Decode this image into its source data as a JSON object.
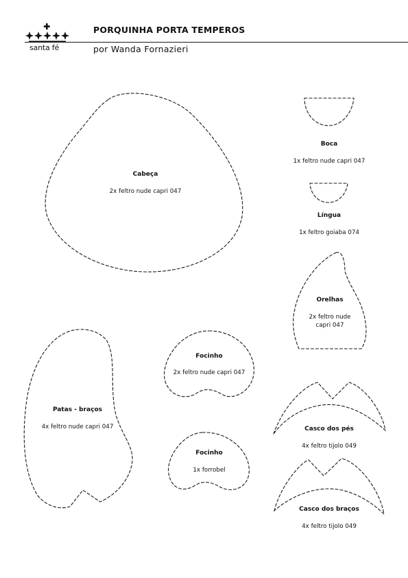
{
  "brand": {
    "name": "santa fé"
  },
  "header": {
    "title": "PORQUINHA PORTA TEMPEROS",
    "author": "por Wanda Fornazieri"
  },
  "pieces": {
    "cabeca": {
      "name": "Cabeça",
      "material": "2x feltro nude capri 047"
    },
    "boca": {
      "name": "Boca",
      "material": "1x feltro nude capri 047"
    },
    "lingua": {
      "name": "Língua",
      "material": "1x feltro goiaba 074"
    },
    "orelhas": {
      "name": "Orelhas",
      "material_line1": "2x feltro nude",
      "material_line2": "capri 047"
    },
    "patas": {
      "name": "Patas - braços",
      "material": "4x feltro nude capri 047"
    },
    "focinho_a": {
      "name": "Focinho",
      "material": "2x feltro nude capri 047"
    },
    "focinho_b": {
      "name": "Focinho",
      "material": "1x forrobel"
    },
    "casco_pes": {
      "name": "Casco dos pés",
      "material": "4x feltro tijolo 049"
    },
    "casco_bracos": {
      "name": "Casco dos braços",
      "material": "4x feltro tijolo 049"
    }
  }
}
